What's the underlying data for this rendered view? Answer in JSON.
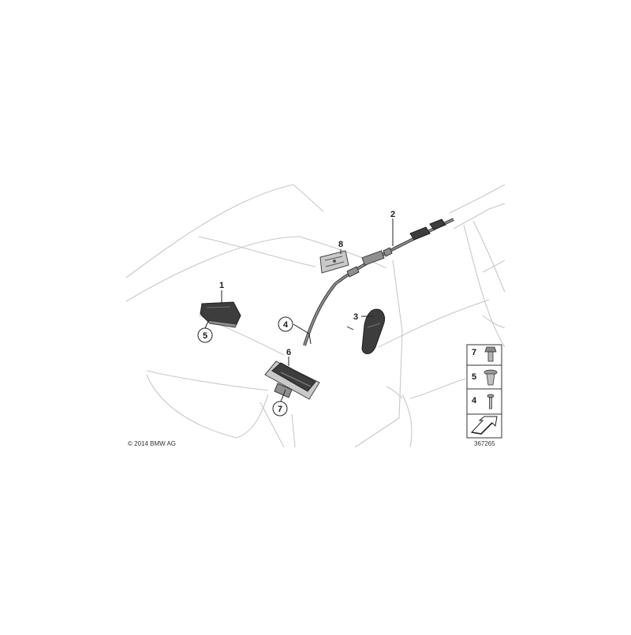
{
  "copyright": "© 2014 BMW AG",
  "diagram_number": "367265",
  "callouts": [
    {
      "id": "1",
      "circled": false
    },
    {
      "id": "2",
      "circled": false
    },
    {
      "id": "3",
      "circled": false
    },
    {
      "id": "4",
      "circled": true
    },
    {
      "id": "5",
      "circled": true
    },
    {
      "id": "6",
      "circled": false
    },
    {
      "id": "7",
      "circled": true
    },
    {
      "id": "8",
      "circled": false
    }
  ],
  "legend": {
    "items": [
      {
        "label": "7",
        "icon": "hex-bolt-icon"
      },
      {
        "label": "5",
        "icon": "expanding-nut-icon"
      },
      {
        "label": "4",
        "icon": "clip-pin-icon"
      }
    ],
    "footer_icon": "arrow-pointer-icon"
  },
  "colors": {
    "outline": "#c8c8c8",
    "part_dark": "#3d3d3d",
    "ink": "#1a1a1a"
  }
}
